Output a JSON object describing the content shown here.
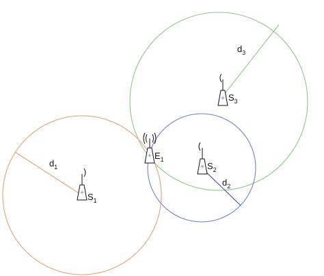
{
  "colors": {
    "s1_circle": "#e8a070",
    "s2_circle": "#6f7ed8",
    "s3_circle": "#93c48b",
    "s1_ray": "#e8a070",
    "s2_ray": "#4747b8",
    "s3_ray": "#93c48b",
    "ink": "#111111"
  },
  "icons": {
    "sensor": "sensor-antenna-icon",
    "emitter": "emitter-wireless-icon"
  },
  "labels": {
    "s1": {
      "base": "S",
      "sub": "1"
    },
    "s2": {
      "base": "S",
      "sub": "2"
    },
    "s3": {
      "base": "S",
      "sub": "3"
    },
    "e1": {
      "base": "E",
      "sub": "1"
    },
    "d1": {
      "base": "d",
      "sub": "1"
    },
    "d2": {
      "base": "d",
      "sub": "2"
    },
    "d3": {
      "base": "d",
      "sub": "3"
    }
  }
}
